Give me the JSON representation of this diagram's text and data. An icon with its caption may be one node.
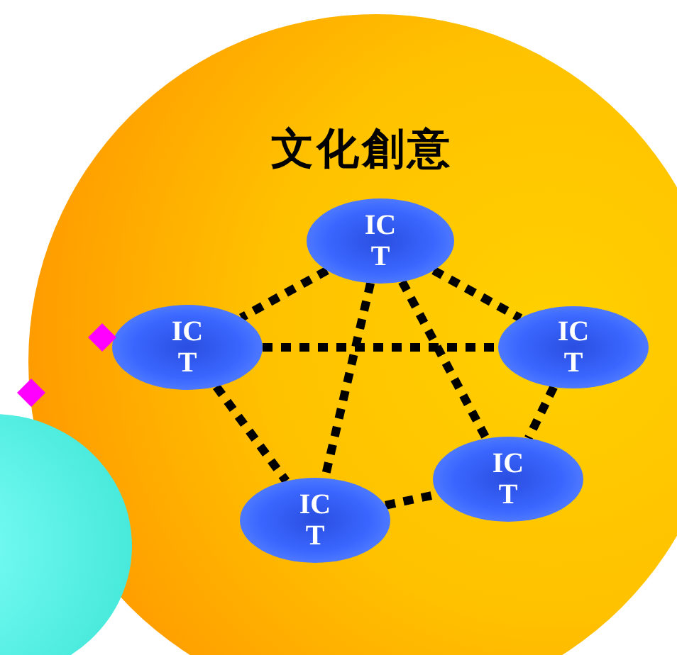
{
  "diagram": {
    "nodes": [
      {
        "text": [
          "文化創意"
        ]
      },
      {
        "text": [
          "IC T"
        ],
        "in": 0
      },
      {
        "text": [
          "IC T"
        ],
        "in": 0
      },
      {
        "text": [
          "IC T"
        ],
        "in": 0
      },
      {
        "text": [
          "IC T"
        ],
        "in": 0
      },
      {
        "text": [
          "IC T"
        ],
        "in": 0
      }
    ],
    "edges": [
      {
        "from": 1,
        "to": 2,
        "arrow": "none"
      },
      {
        "from": 1,
        "to": 3,
        "arrow": "none"
      },
      {
        "from": 2,
        "to": 3,
        "arrow": "none"
      },
      {
        "from": 2,
        "to": 4,
        "arrow": "none"
      },
      {
        "from": 1,
        "to": 4,
        "arrow": "none"
      },
      {
        "from": 1,
        "to": 5,
        "arrow": "none"
      },
      {
        "from": 3,
        "to": 5,
        "arrow": "none"
      },
      {
        "from": 4,
        "to": 5,
        "arrow": "none"
      }
    ]
  }
}
